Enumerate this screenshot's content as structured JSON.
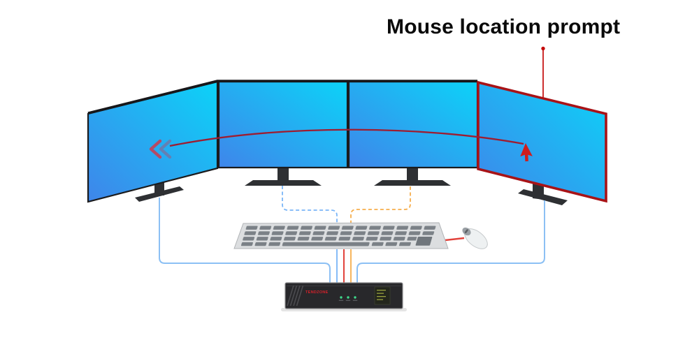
{
  "title": {
    "text": "Mouse location prompt"
  },
  "device": {
    "brand": "TENDZONE",
    "led_count": 3
  },
  "monitors": {
    "count": 4,
    "highlighted_index": 4
  },
  "icons": {
    "chevron_left": "«",
    "mouse_cursor": "red-arrow-pointer"
  },
  "colors": {
    "screen_blue": "#3f85ea",
    "screen_cyan": "#0cd3f8",
    "bezel_dark": "#1b1b1d",
    "highlight_red": "#a81317",
    "path_red": "#9e1d31",
    "chevron_pink": "#b44a66",
    "cursor_red": "#cf1d1d",
    "leader_red": "#c40a0a",
    "cable_light_blue": "#8cc0f4",
    "cable_blue": "#79b5f7",
    "cable_orange": "#f6ae4c",
    "cable_red": "#e2433c",
    "keyboard_body": "#dcdee0",
    "keyboard_key": "#7b8187",
    "device_body": "#28282b",
    "device_led_green": "#3fd98c",
    "brand_red": "#d4212b"
  }
}
